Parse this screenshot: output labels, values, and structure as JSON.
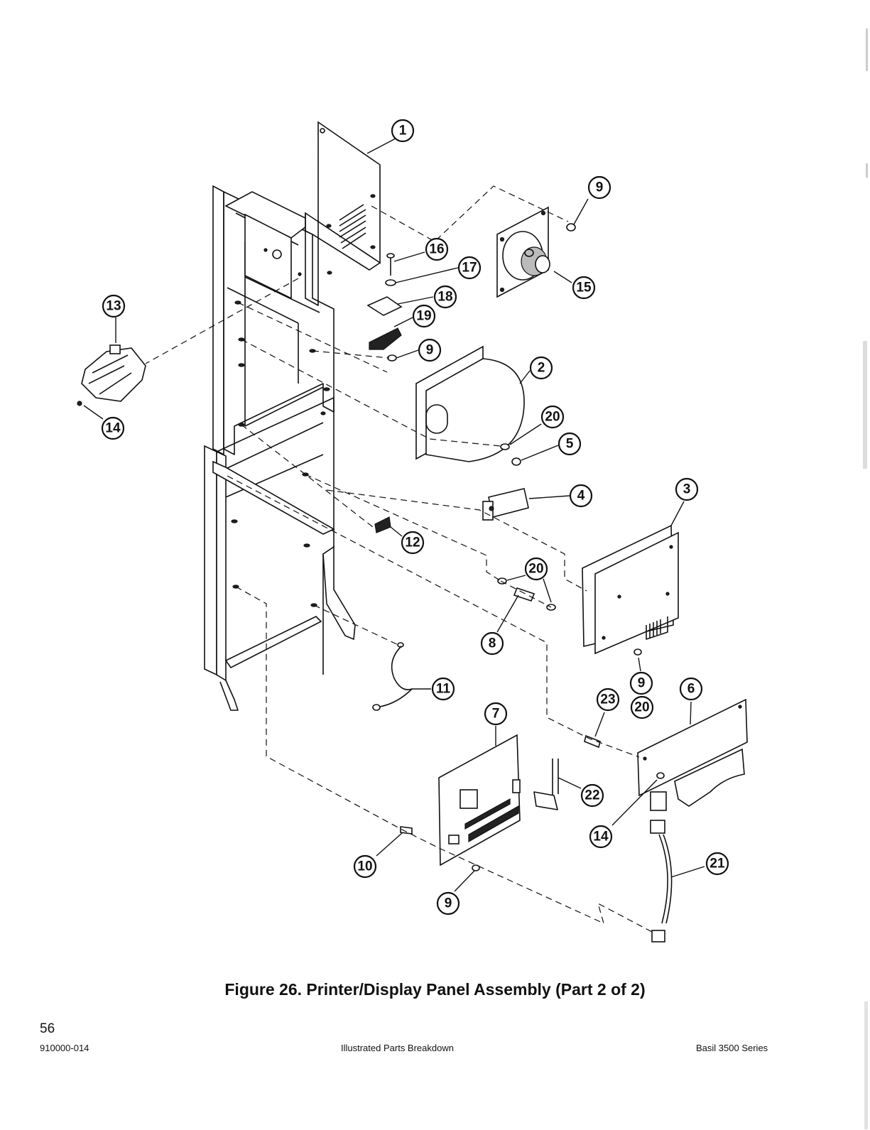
{
  "figure_caption": "Figure 26.  Printer/Display Panel Assembly (Part 2 of 2)",
  "page_number": "56",
  "footer": {
    "doc_number": "910000-014",
    "section": "Illustrated Parts Breakdown",
    "product": "Basil 3500 Series"
  },
  "callouts": [
    "1",
    "9",
    "16",
    "17",
    "18",
    "15",
    "13",
    "19",
    "9",
    "2",
    "14",
    "20",
    "5",
    "4",
    "3",
    "12",
    "20",
    "8",
    "11",
    "9",
    "20",
    "6",
    "23",
    "7",
    "22",
    "14",
    "21",
    "10",
    "9"
  ]
}
